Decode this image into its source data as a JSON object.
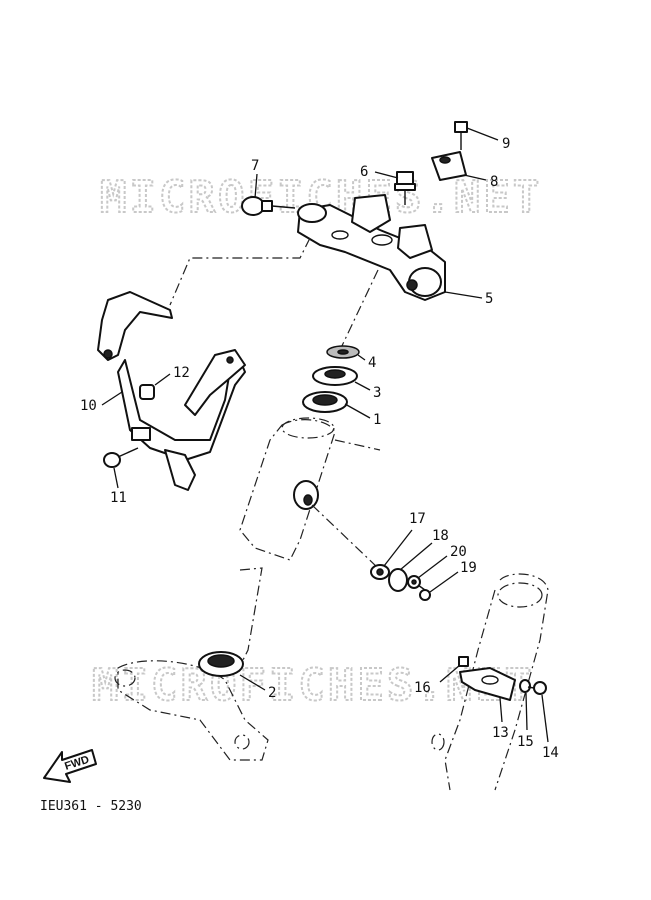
{
  "watermark": "MICROFICHES.NET",
  "drawing_code": "IEU361 - 5230",
  "fwd_label": "FWD",
  "callouts": [
    "1",
    "2",
    "3",
    "4",
    "5",
    "6",
    "7",
    "8",
    "9",
    "10",
    "11",
    "12",
    "13",
    "14",
    "15",
    "16",
    "17",
    "18",
    "19",
    "20"
  ]
}
